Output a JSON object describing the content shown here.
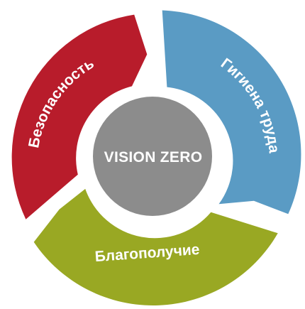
{
  "diagram": {
    "center": {
      "label": "VISION ZERO",
      "color": "#8c8c8c"
    },
    "segments": [
      {
        "id": "safety",
        "label": "Безопасность",
        "color": "#b81c2b"
      },
      {
        "id": "health",
        "label": "Гигиена труда",
        "color": "#5a9bc4"
      },
      {
        "id": "wellbeing",
        "label": "Благополучие",
        "color": "#99a823"
      }
    ]
  }
}
